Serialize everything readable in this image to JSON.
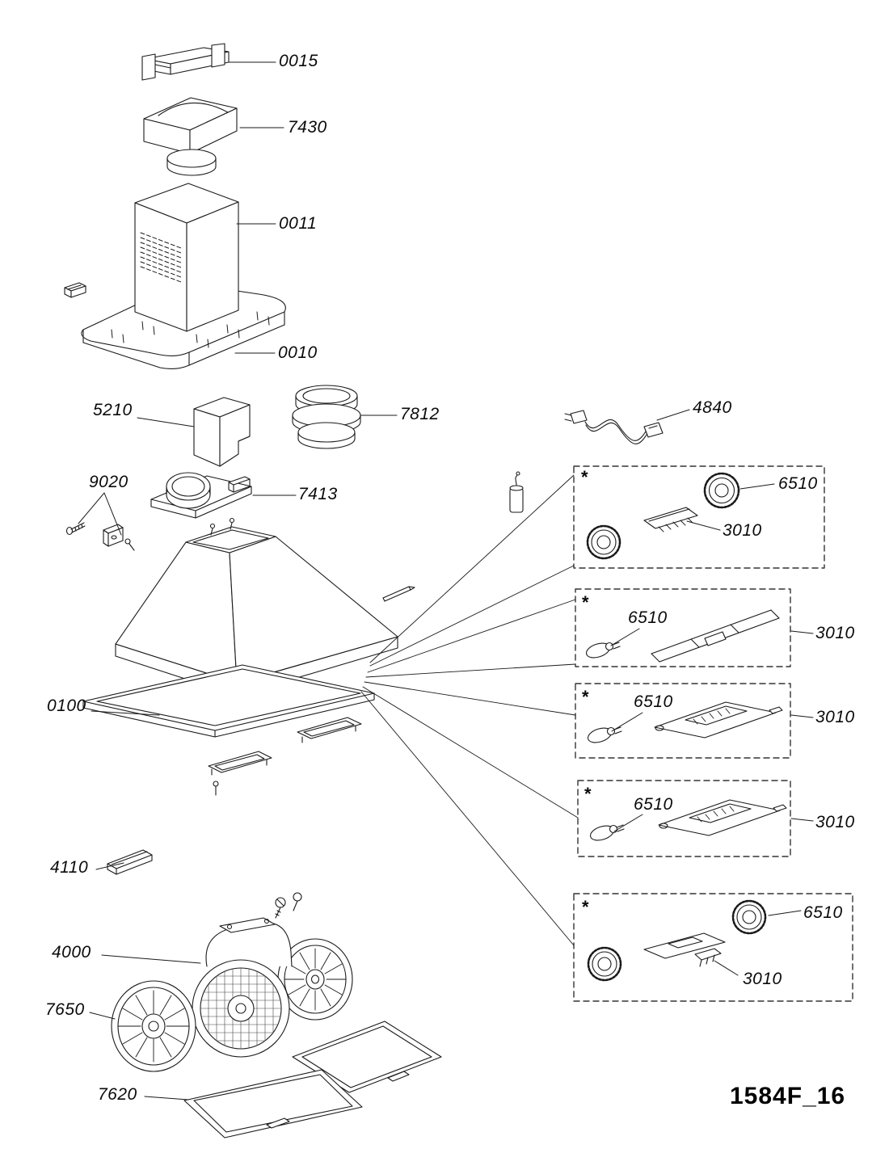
{
  "figure_code": "1584F_16",
  "part_labels": {
    "p0015": "0015",
    "p7430": "7430",
    "p0011": "0011",
    "p0010": "0010",
    "p5210": "5210",
    "p7812": "7812",
    "p4840": "4840",
    "p9020": "9020",
    "p7413": "7413",
    "p0100": "0100",
    "p4110": "4110",
    "p4000": "4000",
    "p7650": "7650",
    "p7620": "7620"
  },
  "option_boxes": [
    {
      "marker": "*",
      "lamp_label": "6510",
      "fixture_label": "3010"
    },
    {
      "marker": "*",
      "lamp_label": "6510",
      "fixture_label": "3010"
    },
    {
      "marker": "*",
      "lamp_label": "6510",
      "fixture_label": "3010"
    },
    {
      "marker": "*",
      "lamp_label": "6510",
      "fixture_label": "3010"
    },
    {
      "marker": "*",
      "lamp_label": "6510",
      "fixture_label": "3010"
    }
  ]
}
